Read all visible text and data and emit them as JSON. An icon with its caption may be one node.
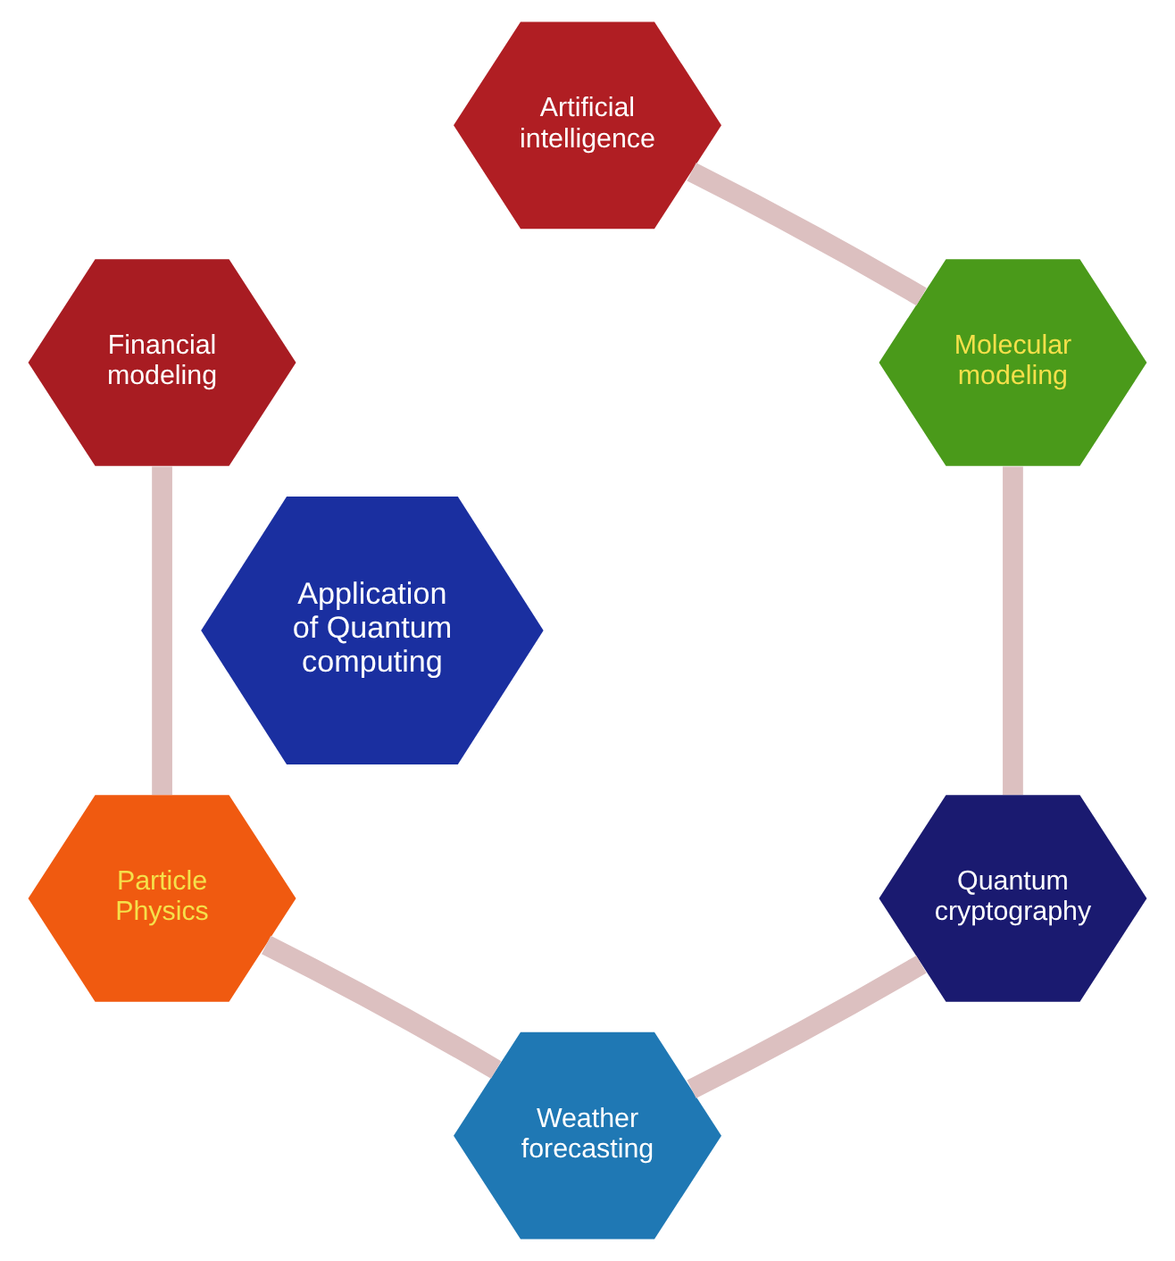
{
  "diagram": {
    "nodes": [
      {
        "text": [
          "Artificial intelligence"
        ]
      },
      {
        "text": [
          "Financial modeling"
        ]
      },
      {
        "text": [
          "Molecular modeling"
        ]
      },
      {
        "text": [
          "Application of Quantum computing"
        ]
      },
      {
        "text": [
          "Particle Physics"
        ]
      },
      {
        "text": [
          "Quantum cryptography"
        ]
      },
      {
        "text": [
          "Weather forecasting"
        ]
      }
    ],
    "edges": [
      {
        "from": 0,
        "to": 2,
        "arrow": "none"
      },
      {
        "from": 2,
        "to": 5,
        "arrow": "none"
      },
      {
        "from": 5,
        "to": 6,
        "arrow": "none"
      },
      {
        "from": 6,
        "to": 4,
        "arrow": "none"
      },
      {
        "from": 4,
        "to": 1,
        "arrow": "none"
      }
    ]
  }
}
